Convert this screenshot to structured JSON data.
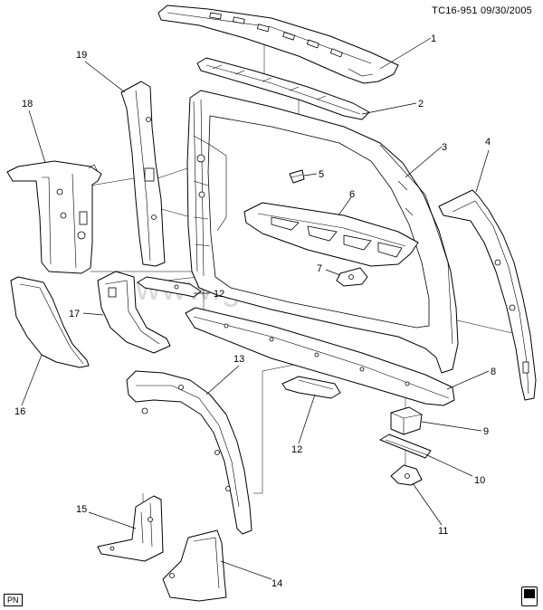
{
  "header": {
    "doc_id": "TC16-951  09/30/2005"
  },
  "footer": {
    "pn_label": "PN"
  },
  "watermark": "www.gmsklad.ru",
  "callouts": [
    "1",
    "2",
    "3",
    "4",
    "5",
    "6",
    "7",
    "8",
    "9",
    "10",
    "11",
    "12",
    "12",
    "13",
    "14",
    "15",
    "16",
    "17",
    "18",
    "19"
  ]
}
